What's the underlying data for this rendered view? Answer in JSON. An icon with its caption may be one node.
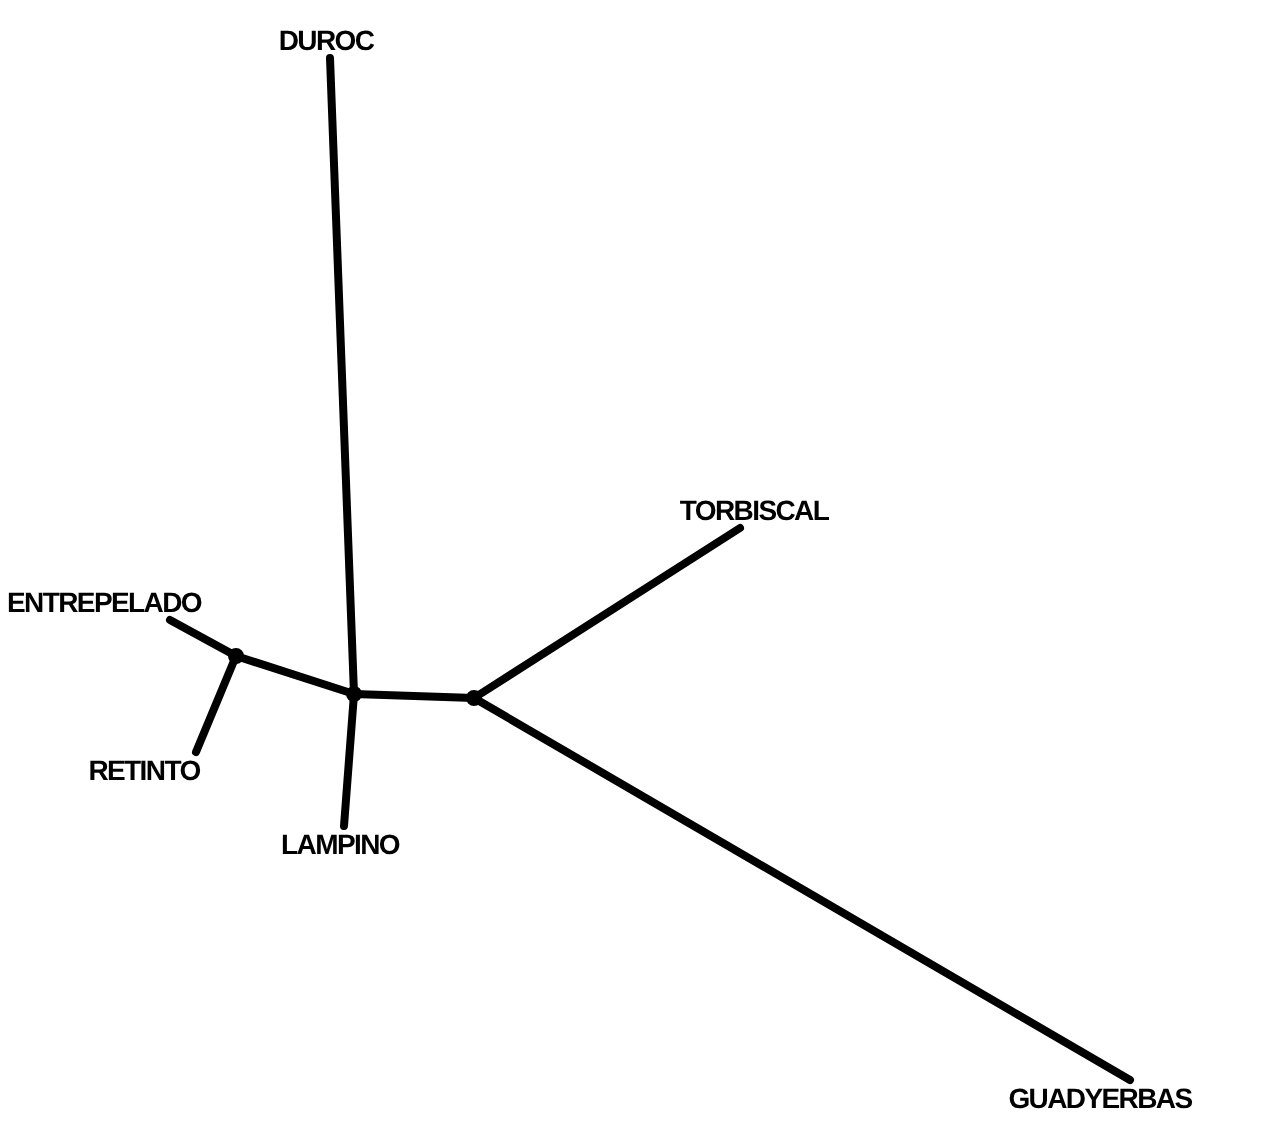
{
  "diagram": {
    "nodes": [
      {
        "text": [
          "DUROC"
        ]
      },
      {
        "text": [
          "ENTREPELADO"
        ]
      },
      {
        "text": [
          "RETINTO"
        ]
      },
      {
        "text": [
          "LAMPINO"
        ]
      },
      {
        "text": [
          "TORBISCAL"
        ]
      },
      {
        "text": [
          "GUADYERBAS"
        ]
      },
      {
        "text": [],
        "shape": "point"
      },
      {
        "text": [],
        "shape": "point"
      },
      {
        "text": [],
        "shape": "point"
      }
    ],
    "edges": [
      {
        "from": 0,
        "to": 6,
        "arrow": "none"
      },
      {
        "from": 6,
        "to": 3,
        "arrow": "none"
      },
      {
        "from": 6,
        "to": 7,
        "arrow": "none"
      },
      {
        "from": 7,
        "to": 1,
        "arrow": "none"
      },
      {
        "from": 7,
        "to": 2,
        "arrow": "none"
      },
      {
        "from": 6,
        "to": 8,
        "arrow": "none"
      },
      {
        "from": 8,
        "to": 4,
        "arrow": "none"
      },
      {
        "from": 8,
        "to": 5,
        "arrow": "none"
      }
    ]
  }
}
